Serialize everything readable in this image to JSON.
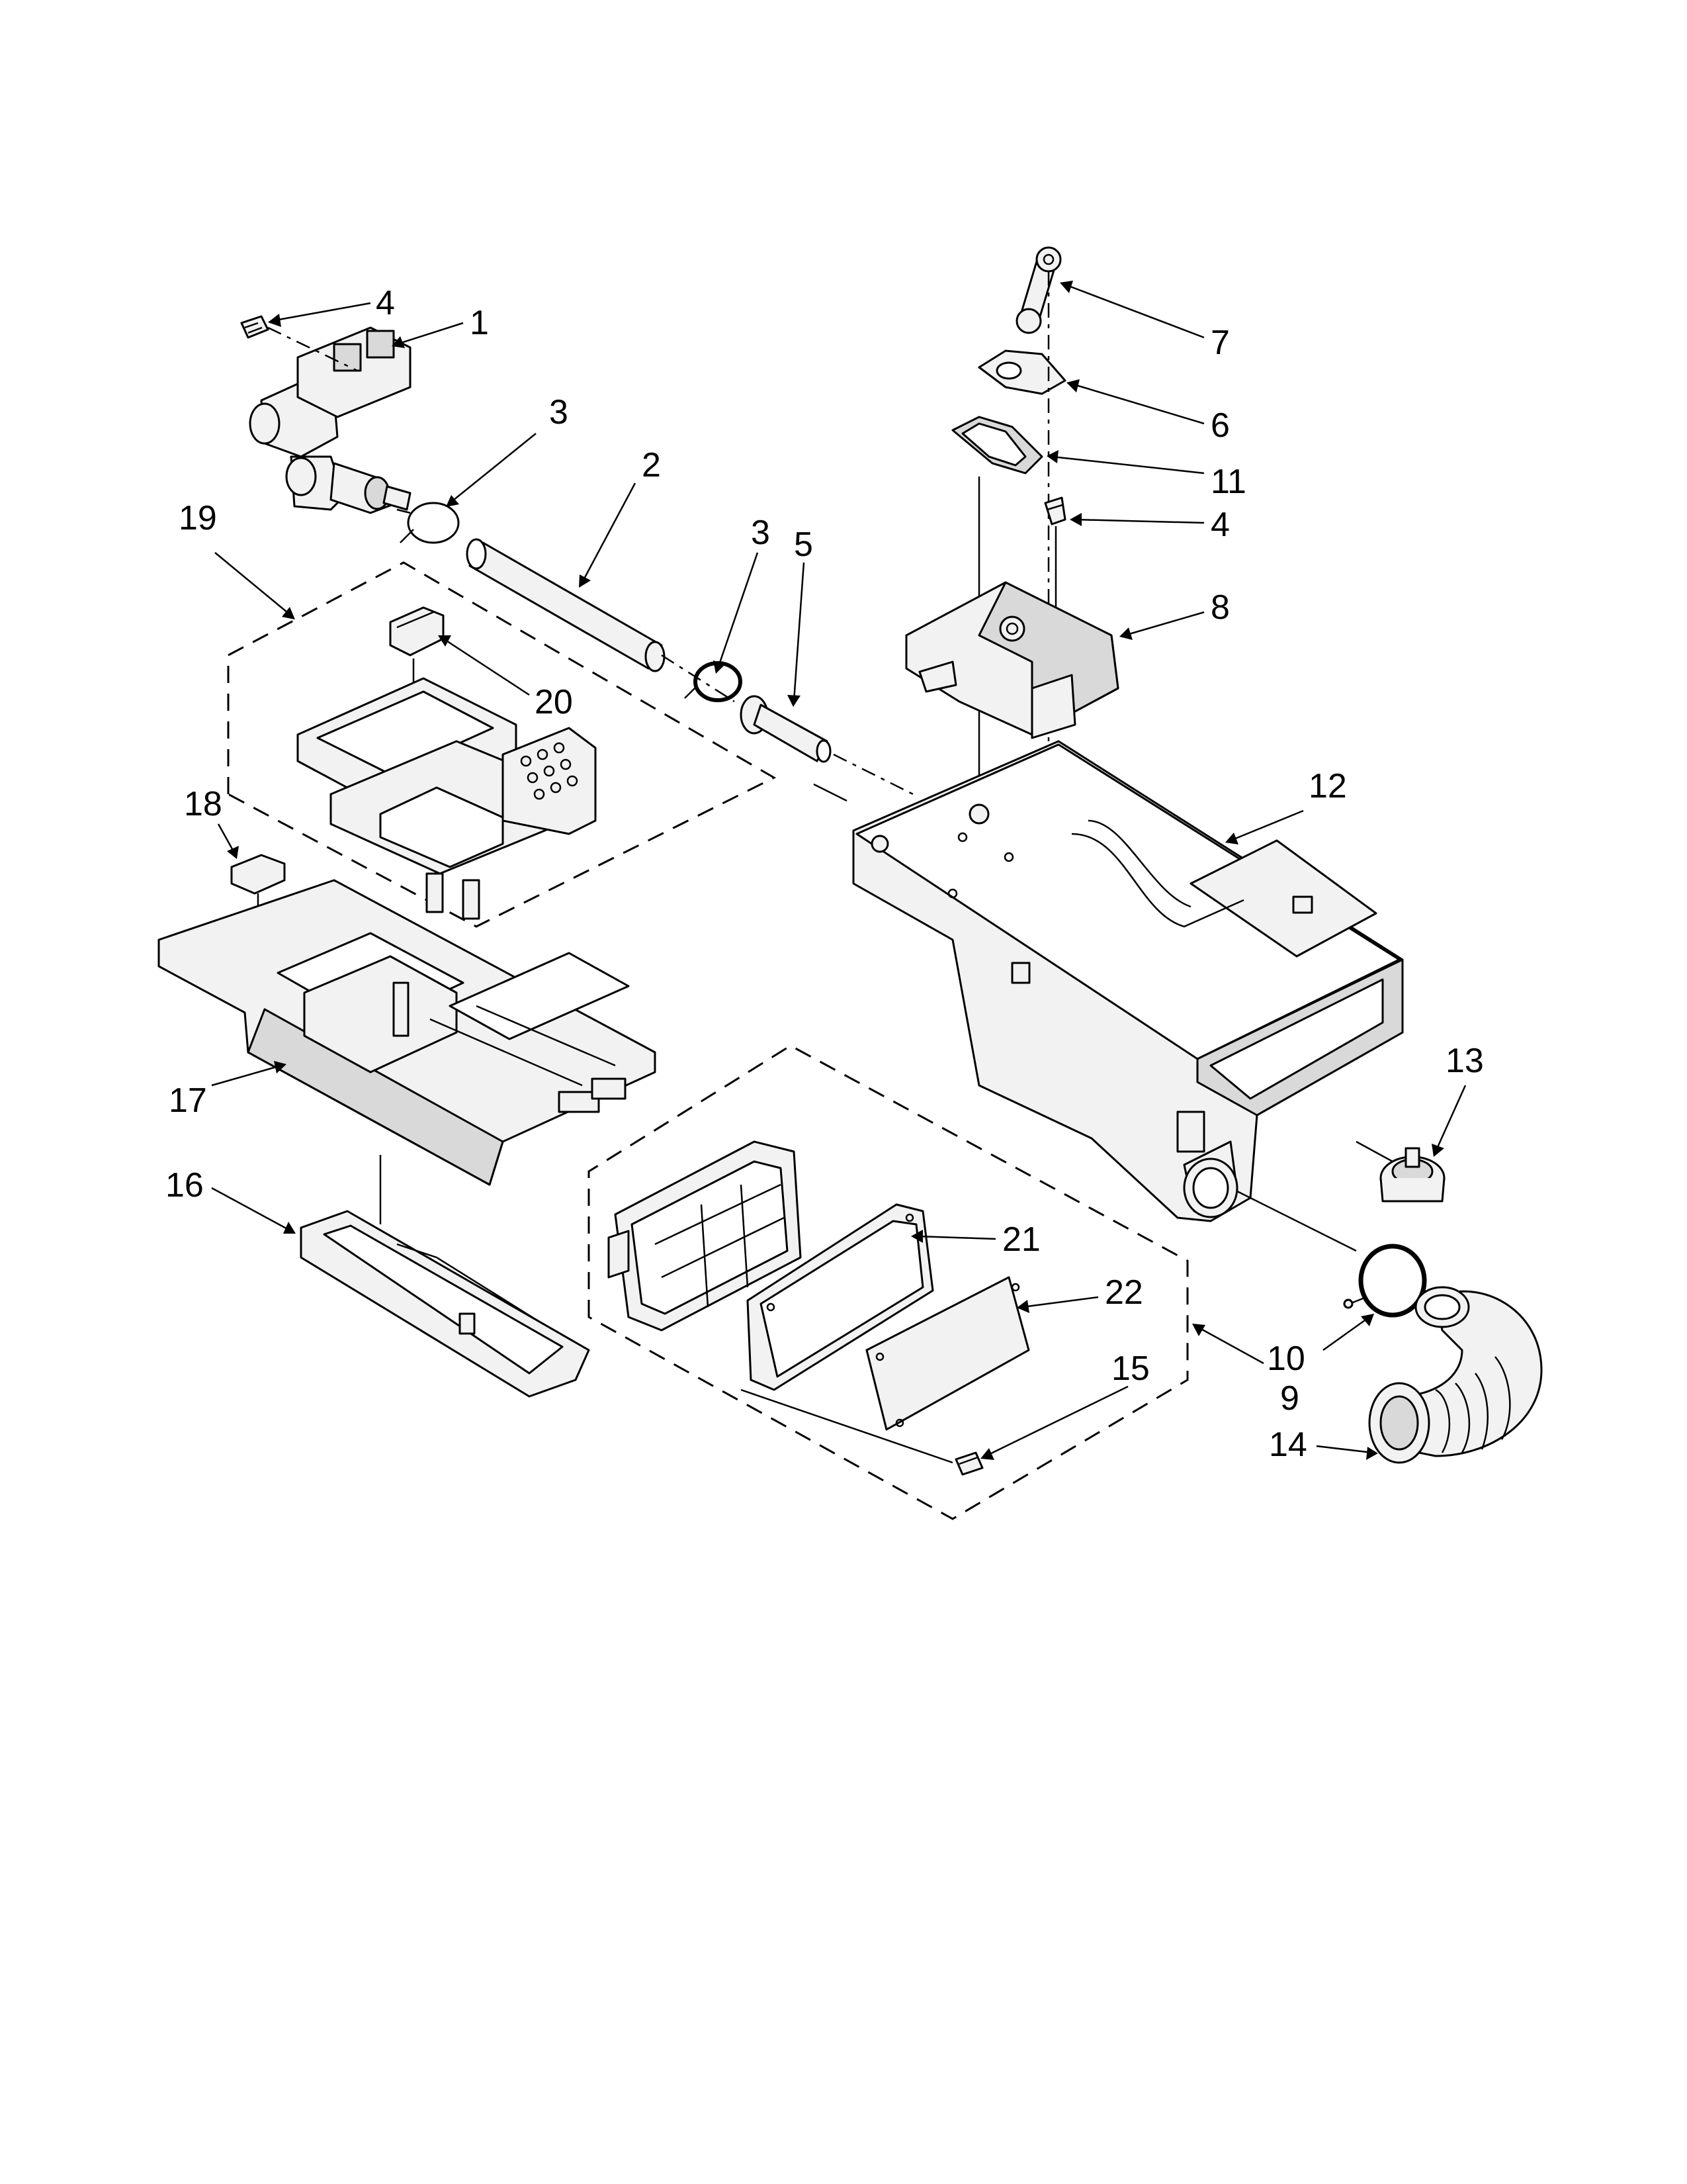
{
  "diagram": {
    "background": "#ffffff",
    "ink": "#000000",
    "callouts": [
      {
        "id": "c4a",
        "text": "4"
      },
      {
        "id": "c1",
        "text": "1"
      },
      {
        "id": "c3a",
        "text": "3"
      },
      {
        "id": "c2",
        "text": "2"
      },
      {
        "id": "c3b",
        "text": "3"
      },
      {
        "id": "c5",
        "text": "5"
      },
      {
        "id": "c19",
        "text": "19"
      },
      {
        "id": "c20",
        "text": "20"
      },
      {
        "id": "c18",
        "text": "18"
      },
      {
        "id": "c17",
        "text": "17"
      },
      {
        "id": "c16",
        "text": "16"
      },
      {
        "id": "c7",
        "text": "7"
      },
      {
        "id": "c6",
        "text": "6"
      },
      {
        "id": "c11",
        "text": "11"
      },
      {
        "id": "c4b",
        "text": "4"
      },
      {
        "id": "c8",
        "text": "8"
      },
      {
        "id": "c12",
        "text": "12"
      },
      {
        "id": "c13",
        "text": "13"
      },
      {
        "id": "c21",
        "text": "21"
      },
      {
        "id": "c22",
        "text": "22"
      },
      {
        "id": "c15",
        "text": "15"
      },
      {
        "id": "c10",
        "text": "10"
      },
      {
        "id": "c9",
        "text": "9"
      },
      {
        "id": "c14",
        "text": "14"
      }
    ]
  }
}
